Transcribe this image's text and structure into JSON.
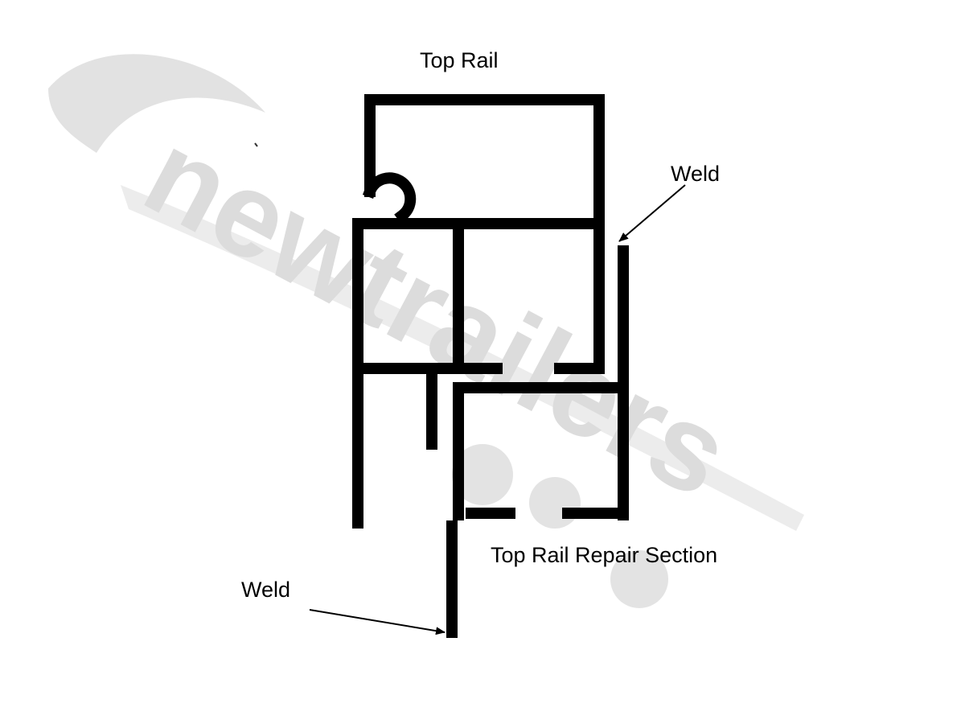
{
  "labels": {
    "top_rail": "Top Rail",
    "weld_right": "Weld",
    "repair_section": "Top Rail Repair Section",
    "weld_left": "Weld"
  },
  "watermark": {
    "text": "newtrailers",
    "color": "#d9d9d9"
  },
  "colors": {
    "stroke": "#000000",
    "background": "#ffffff"
  }
}
